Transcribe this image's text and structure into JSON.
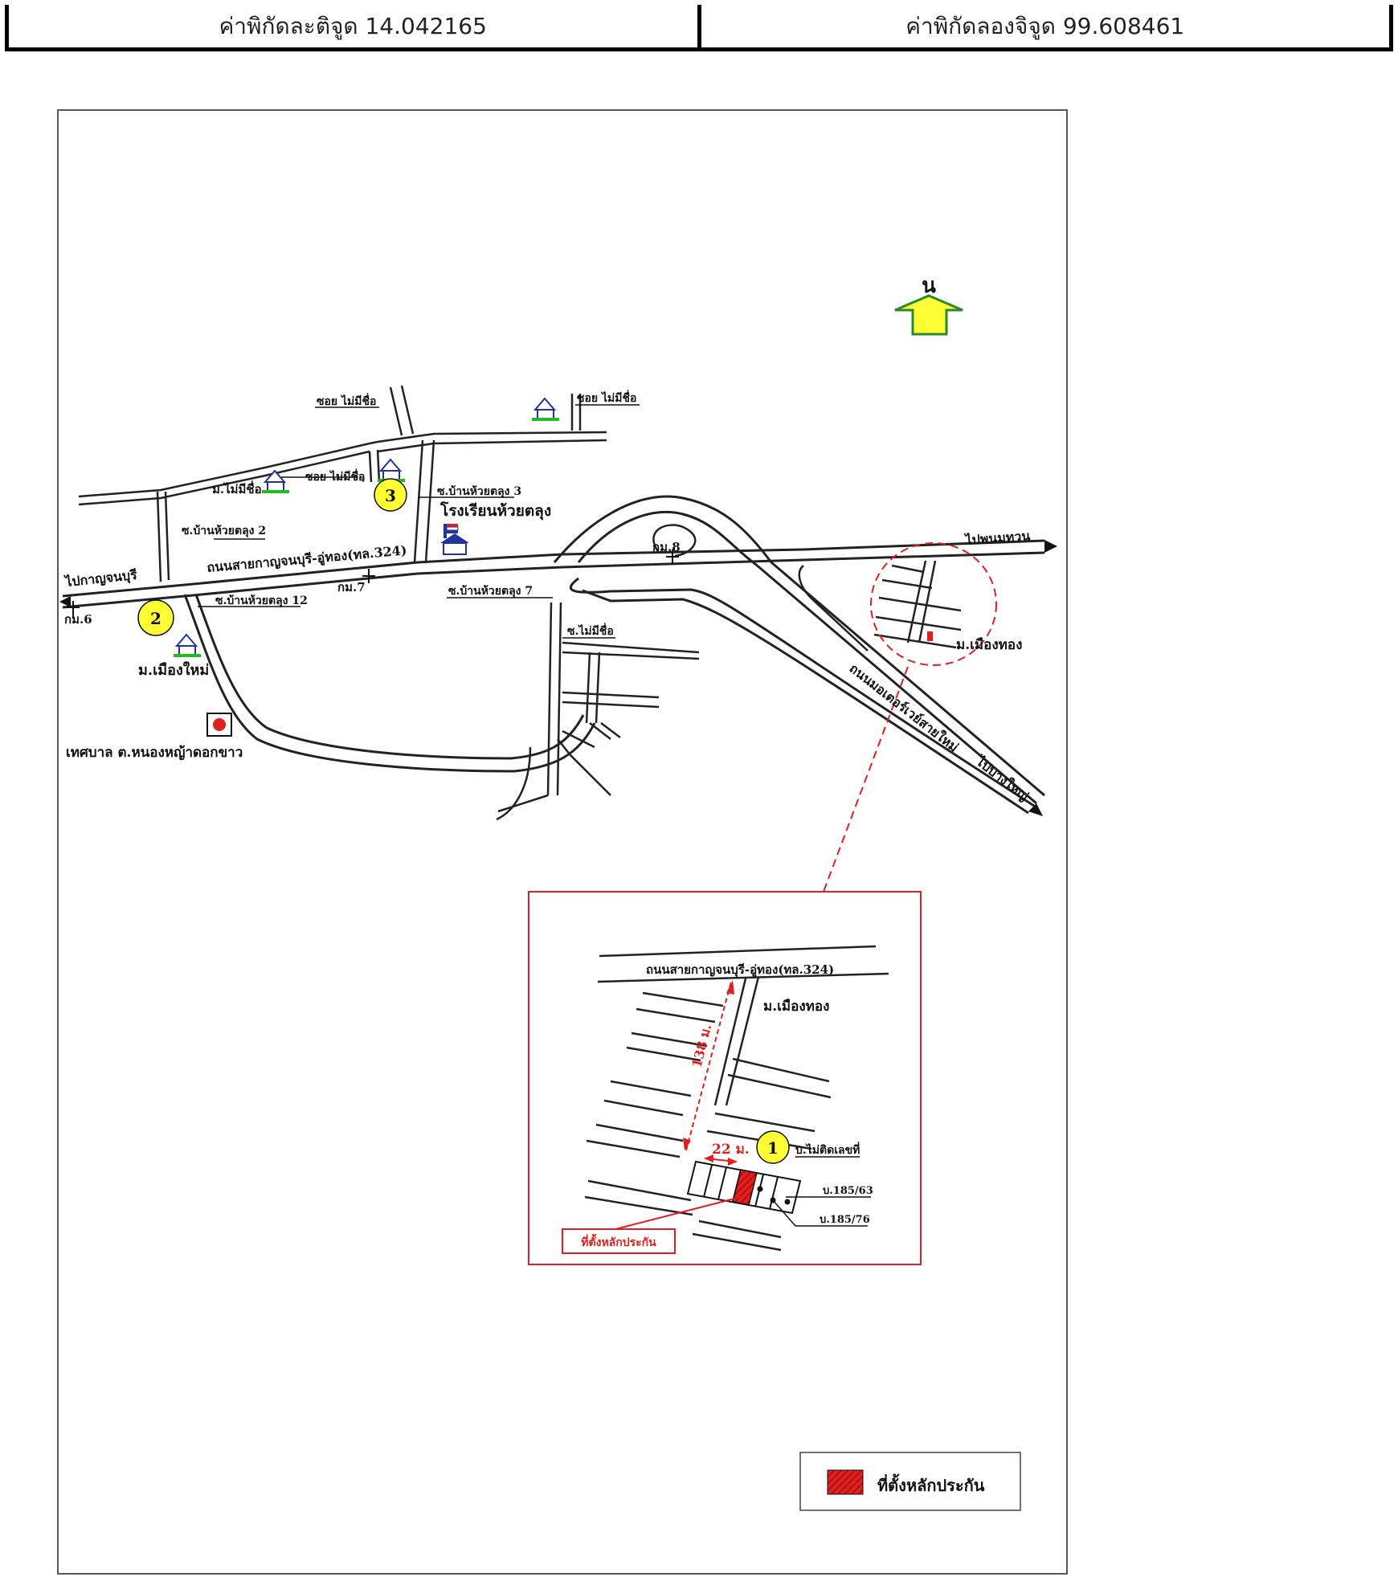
{
  "header": {
    "latitude_label": "ค่าพิกัดละติจูด 14.042165",
    "longitude_label": "ค่าพิกัดลองจิจูด 99.608461"
  },
  "north": {
    "label": "น",
    "icon": "north-arrow-icon",
    "color": "#ffff33"
  },
  "map": {
    "labels": {
      "soi_unnamed_1": "ซอย ไม่มีชื่อ",
      "soi_unnamed_2": "ซอย ไม่มีชื่อ",
      "soi_unnamed_3": "ซอย ไม่มีชื่อ",
      "village_unnamed": "ม.ไม่มีชื่อ",
      "soi_huaytalung3": "ซ.บ้านห้วยตลุง 3",
      "school": "โรงเรียนห้วยตลุง",
      "soi_huaytalung2": "ซ.บ้านห้วยตลุง 2",
      "main_road": "ถนนสายกาญจนบุรี-อู่ทอง(ทล.324)",
      "to_kanchanaburi": "ไปกาญจนบุรี",
      "to_phanomthuan": "ไปพนมทวน",
      "km6": "กม.6",
      "km7": "กม.7",
      "km8": "กม.8",
      "soi_huaytalung12": "ซ.บ้านห้วยตลุง 12",
      "soi_huaytalung7": "ซ.บ้านห้วยตลุง 7",
      "soi_unnamed_4": "ซ.ไม่มีชื่อ",
      "village_mueang_mai": "ม.เมืองใหม่",
      "municipality": "เทศบาล ต.หนองหญ้าดอกขาว",
      "village_mueang_thong": "ม.เมืองทอง",
      "motorway": "ถนนมอเตอร์เวย์สายใหม่",
      "to_bangyai": "ไปบางใหญ่"
    },
    "markers": [
      {
        "id": "1",
        "color": "#ffff33"
      },
      {
        "id": "2",
        "color": "#ffff33"
      },
      {
        "id": "3",
        "color": "#ffff33"
      }
    ]
  },
  "inset": {
    "road_label": "ถนนสายกาญจนบุรี-อู่ทอง(ทล.324)",
    "village_label": "ม.เมืองทอง",
    "distance_vertical": "138 ม.",
    "distance_horizontal": "22 ม.",
    "house_unnumbered": "บ.ไม่ติดเลขที่",
    "house_1": "บ.185/63",
    "house_2": "บ.185/76",
    "collateral_label": "ที่ตั้งหลักประกัน",
    "accent_color": "#e02020"
  },
  "legend": {
    "label": "ที่ตั้งหลักประกัน",
    "swatch_color": "#e02020"
  }
}
